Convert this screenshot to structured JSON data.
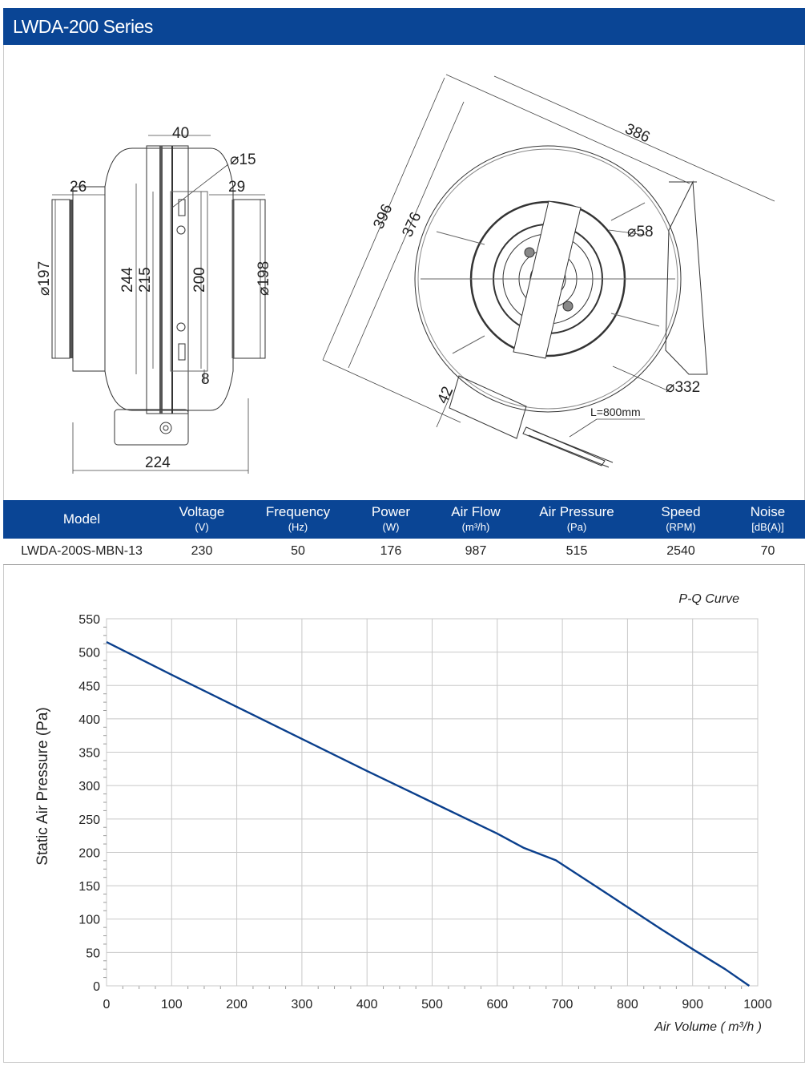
{
  "header": {
    "title": "LWDA-200 Series"
  },
  "drawing": {
    "side_view": {
      "dim_top": "40",
      "dim_left_flange": "26",
      "dim_hole": "⌀15",
      "dim_right_flange": "29",
      "dim_outlet_left": "⌀197",
      "dim_height_244": "244",
      "dim_height_215": "215",
      "dim_height_200": "200",
      "dim_outlet_right": "⌀198",
      "dim_small": "8",
      "dim_width": "224"
    },
    "front_view": {
      "dim_386": "386",
      "dim_396": "396",
      "dim_376": "376",
      "dim_hub": "⌀58",
      "dim_diameter": "⌀332",
      "dim_box": "42",
      "cable": "L=800mm"
    }
  },
  "table": {
    "headers": [
      {
        "label": "Model",
        "unit": ""
      },
      {
        "label": "Voltage",
        "unit": "(V)"
      },
      {
        "label": "Frequency",
        "unit": "(Hz)"
      },
      {
        "label": "Power",
        "unit": "(W)"
      },
      {
        "label": "Air Flow",
        "unit": "(m³/h)"
      },
      {
        "label": "Air Pressure",
        "unit": "(Pa)"
      },
      {
        "label": "Speed",
        "unit": "(RPM)"
      },
      {
        "label": "Noise",
        "unit": "[dB(A)]"
      }
    ],
    "rows": [
      [
        "LWDA-200S-MBN-13",
        "230",
        "50",
        "176",
        "987",
        "515",
        "2540",
        "70"
      ]
    ]
  },
  "chart_data": {
    "type": "line",
    "title": "P-Q Curve",
    "xlabel": "Air Volume ( m³/h )",
    "ylabel": "Static Air Pressure  (Pa)",
    "xlim": [
      0,
      1000
    ],
    "ylim": [
      0,
      550
    ],
    "x_ticks": [
      "0",
      "100",
      "200",
      "300",
      "400",
      "500",
      "600",
      "700",
      "800",
      "900",
      "1000"
    ],
    "y_ticks": [
      "0",
      "50",
      "100",
      "150",
      "200",
      "250",
      "300",
      "350",
      "400",
      "450",
      "500",
      "550"
    ],
    "grid": true,
    "line_color": "#0a3f8c",
    "series": [
      {
        "x": [
          0,
          100,
          200,
          300,
          400,
          500,
          600,
          640,
          690,
          750,
          800,
          850,
          900,
          950,
          987
        ],
        "y": [
          515,
          466,
          418,
          370,
          322,
          275,
          228,
          207,
          188,
          150,
          118,
          86,
          55,
          25,
          0
        ]
      }
    ]
  }
}
